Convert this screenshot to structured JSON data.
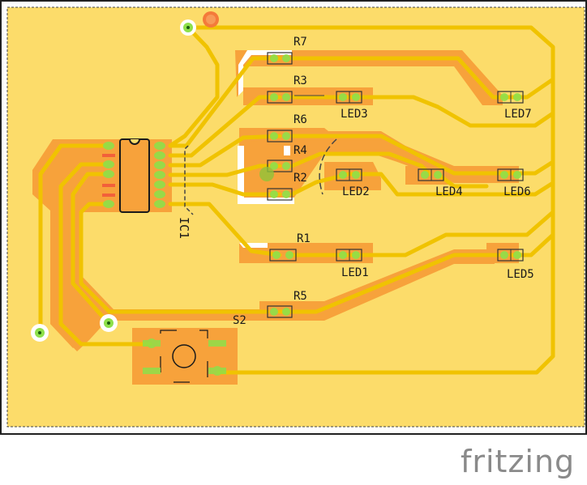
{
  "app": {
    "name": "Fritzing",
    "view": "PCB",
    "logo_text": "fritzing"
  },
  "colors": {
    "board": "#fcdc6a",
    "copper_fill": "#f7a23b",
    "trace_top": "#f0c300",
    "pad": "#8ee04a",
    "via_ring": "#ffffff",
    "outline": "#303030",
    "label": "#1a1a1a",
    "logo": "#8a8a8a"
  },
  "components": {
    "ic": {
      "label": "IC1",
      "type": "SOIC-14"
    },
    "switch": {
      "label": "S2",
      "type": "pushbutton"
    },
    "resistors": [
      {
        "label": "R7"
      },
      {
        "label": "R3"
      },
      {
        "label": "R6"
      },
      {
        "label": "R4"
      },
      {
        "label": "R2"
      },
      {
        "label": "R1"
      },
      {
        "label": "R5"
      }
    ],
    "leds": [
      {
        "label": "LED3"
      },
      {
        "label": "LED7"
      },
      {
        "label": "LED2"
      },
      {
        "label": "LED4"
      },
      {
        "label": "LED6"
      },
      {
        "label": "LED1"
      },
      {
        "label": "LED5"
      }
    ]
  }
}
